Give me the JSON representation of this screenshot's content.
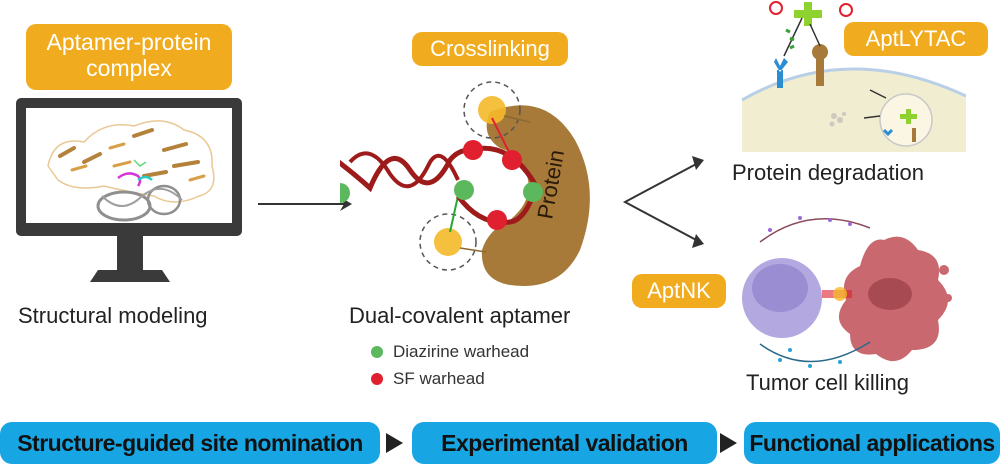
{
  "panels": {
    "modeling": {
      "tag": "Aptamer-protein complex",
      "tag_line1": "Aptamer-protein",
      "tag_line2": "complex",
      "caption": "Structural modeling"
    },
    "crosslinking": {
      "tag": "Crosslinking",
      "protein_label": "Protein",
      "caption": "Dual-covalent aptamer",
      "legend": [
        {
          "label": "Diazirine warhead",
          "color": "#5cb85c"
        },
        {
          "label": "SF warhead",
          "color": "#e0202f"
        }
      ]
    },
    "applications": {
      "top": {
        "tag": "AptLYTAC",
        "caption": "Protein degradation"
      },
      "bottom": {
        "tag": "AptNK",
        "caption": "Tumor cell killing"
      }
    }
  },
  "workflow": [
    {
      "label": "Structure-guided site nomination"
    },
    {
      "label": "Experimental validation"
    },
    {
      "label": "Functional applications"
    }
  ],
  "colors": {
    "tag_orange": "#f0ac1e",
    "step_blue": "#18a5e3",
    "protein_brown": "#a87a3a",
    "dna_red": "#9e1b1b"
  }
}
